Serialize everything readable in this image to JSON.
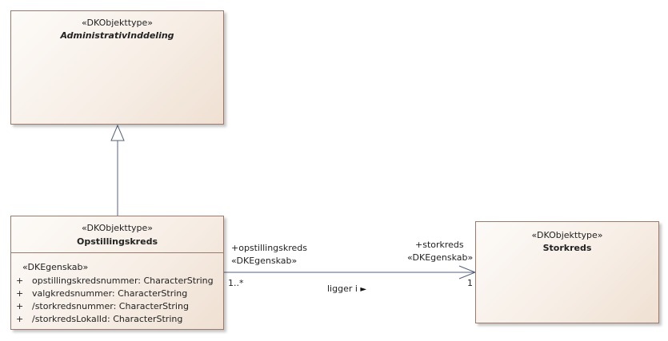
{
  "classes": {
    "administrativ": {
      "stereotype": "«DKObjekttype»",
      "name": "AdministrativInddeling"
    },
    "opstillingskreds": {
      "stereotype": "«DKObjekttype»",
      "name": "Opstillingskreds",
      "attr_stereotype": "«DKEgenskab»",
      "attributes": [
        {
          "vis": "+",
          "text": "opstillingskredsnummer: CharacterString"
        },
        {
          "vis": "+",
          "text": "valgkredsnummer: CharacterString"
        },
        {
          "vis": "+",
          "text": "/storkredsnummer: CharacterString"
        },
        {
          "vis": "+",
          "text": "/storkredsLokalId: CharacterString"
        }
      ]
    },
    "storkreds": {
      "stereotype": "«DKObjekttype»",
      "name": "Storkreds"
    }
  },
  "association": {
    "source_role": "+opstillingskreds",
    "source_stereotype": "«DKEgenskab»",
    "source_multiplicity": "1..*",
    "target_role": "+storkreds",
    "target_stereotype": "«DKEgenskab»",
    "target_multiplicity": "1",
    "name": "ligger i",
    "direction_glyph": "►"
  },
  "colors": {
    "border": "#9a7a6a",
    "line": "#55607a"
  }
}
